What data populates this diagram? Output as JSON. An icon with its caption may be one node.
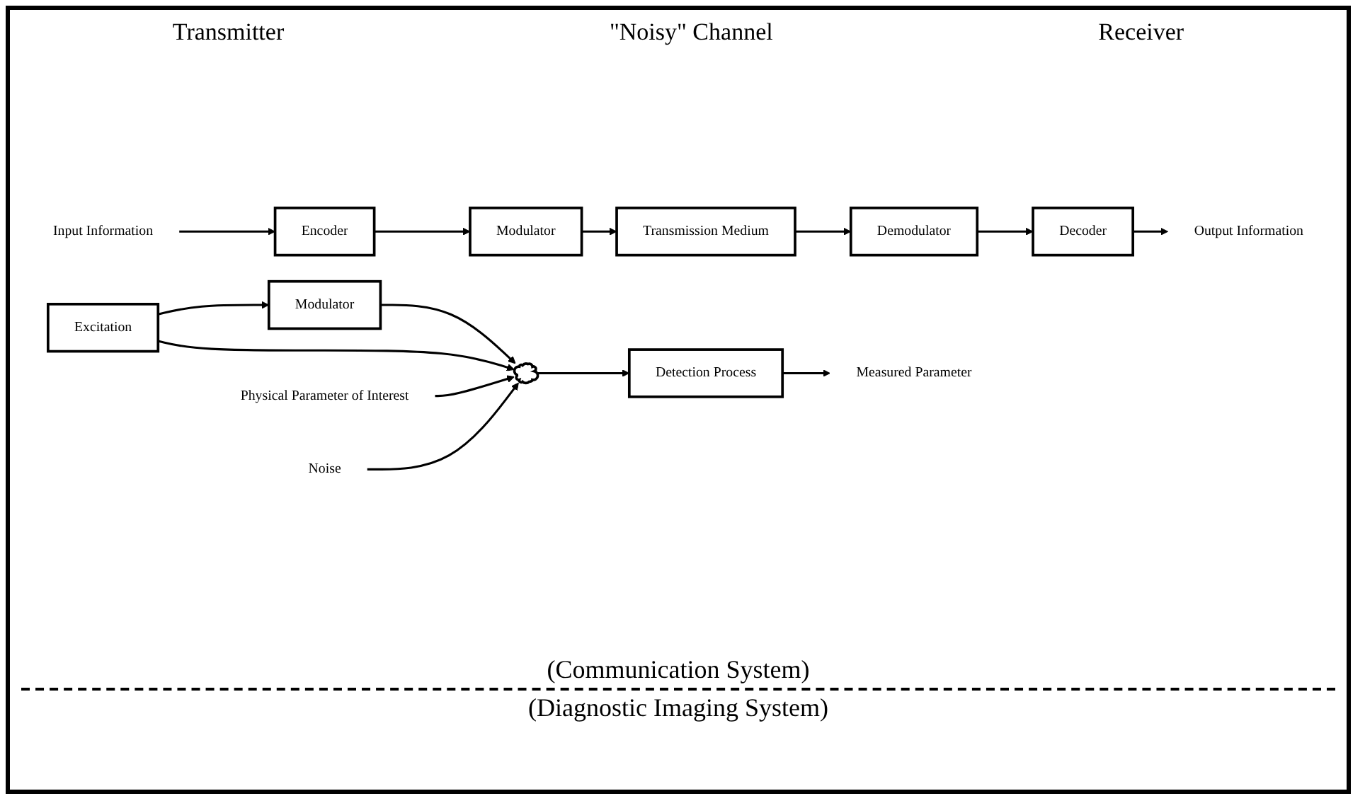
{
  "diagram": {
    "nodes": [
      {
        "text": [
          "Input Information"
        ]
      },
      {
        "text": [
          "Encoder"
        ]
      },
      {
        "text": [
          "Modulator"
        ]
      },
      {
        "text": [
          "Transmission Medium"
        ]
      },
      {
        "text": [
          "Demodulator"
        ]
      },
      {
        "text": [
          "Decoder"
        ]
      },
      {
        "text": [
          "Output Information"
        ]
      },
      {
        "text": [
          "Excitation"
        ]
      },
      {
        "text": [
          "Modulator"
        ]
      },
      {
        "text": [
          "Physical Parameter of Interest"
        ]
      },
      {
        "text": [],
        "shape": "cloud"
      },
      {
        "text": [
          "Noise"
        ]
      },
      {
        "text": [
          "Detection Process"
        ]
      },
      {
        "text": [
          "Measured Parameter"
        ]
      }
    ],
    "edges": [
      {
        "from": 0,
        "to": 1,
        "arrow": "to"
      },
      {
        "from": 1,
        "to": 2,
        "arrow": "to"
      },
      {
        "from": 2,
        "to": 3,
        "arrow": "to"
      },
      {
        "from": 3,
        "to": 4,
        "arrow": "to"
      },
      {
        "from": 4,
        "to": 5,
        "arrow": "to"
      },
      {
        "from": 5,
        "to": 6,
        "arrow": "to"
      },
      {
        "from": 7,
        "to": 8,
        "arrow": "to"
      },
      {
        "from": 8,
        "to": 10,
        "arrow": "to"
      },
      {
        "from": 7,
        "to": 10,
        "arrow": "to"
      },
      {
        "from": 9,
        "to": 10,
        "arrow": "to"
      },
      {
        "from": 11,
        "to": 10,
        "arrow": "to"
      },
      {
        "from": 10,
        "to": 12,
        "arrow": "to"
      },
      {
        "from": 12,
        "to": 13,
        "arrow": "to"
      }
    ],
    "labels": [
      "Transmitter",
      "\"Noisy\" Channel",
      "Receiver",
      "(Communication System)",
      "(Diagnostic Imaging System)"
    ]
  }
}
